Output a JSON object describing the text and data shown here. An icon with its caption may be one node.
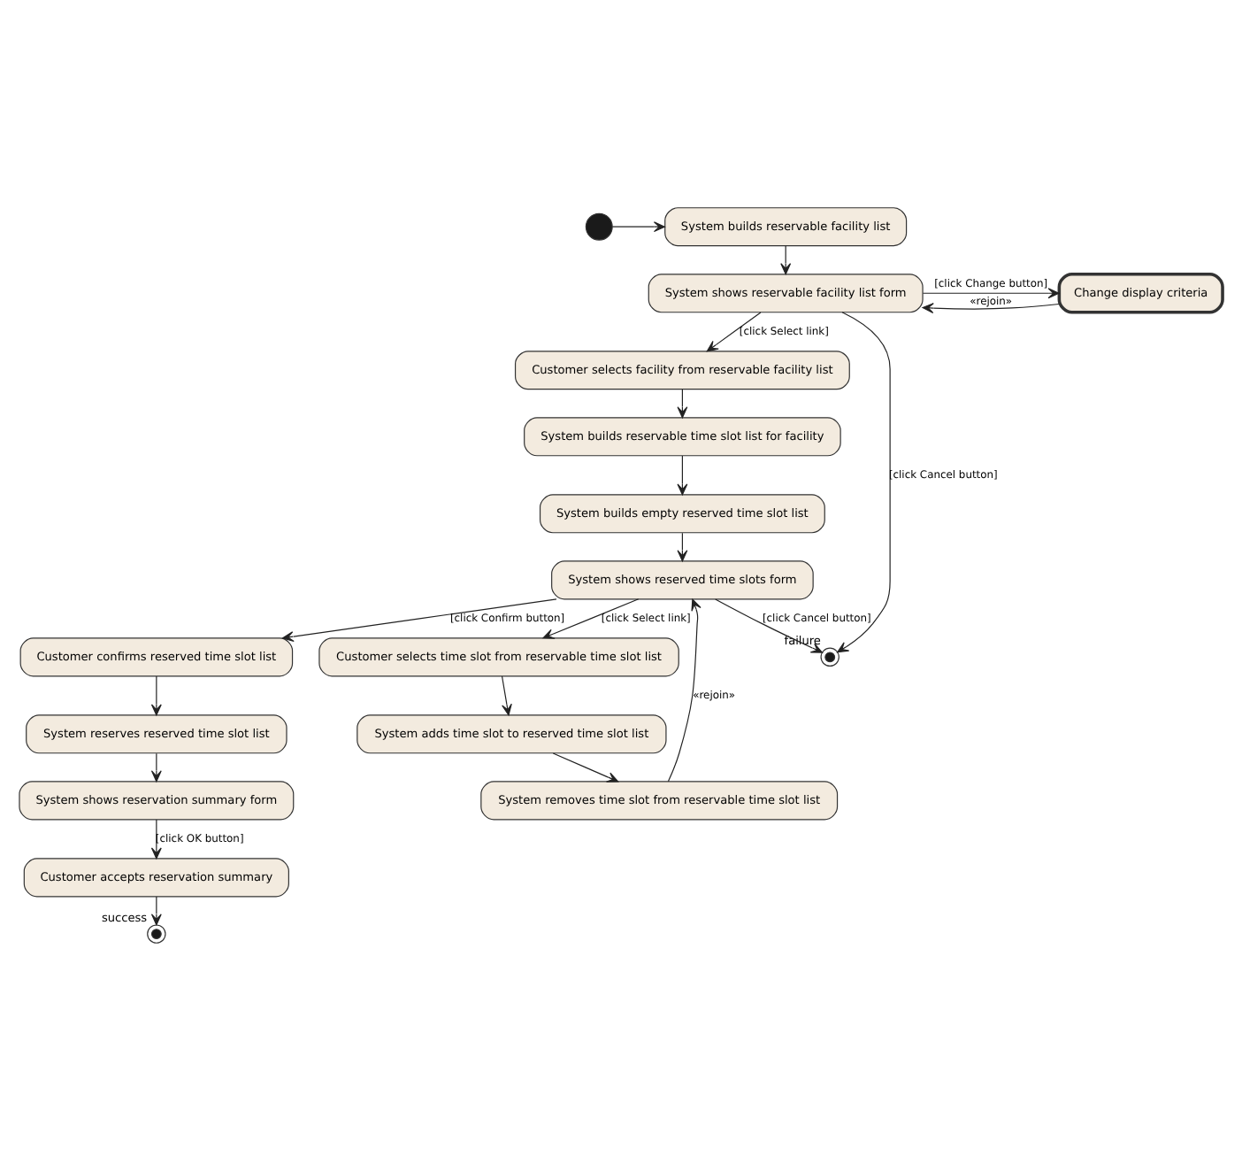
{
  "diagram": {
    "nodes": [
      {
        "text": [],
        "shape": "circle"
      },
      {
        "text": [
          "System builds reservable facility list"
        ]
      },
      {
        "text": [
          "System shows reservable facility list form"
        ]
      },
      {
        "text": [
          "Change display criteria"
        ]
      },
      {
        "text": [
          "Customer selects facility from reservable facility list"
        ]
      },
      {
        "text": [
          "System builds reservable time slot list for facility"
        ]
      },
      {
        "text": [],
        "shape": "circle",
        "beside": [
          "failure"
        ]
      },
      {
        "text": [
          "System builds empty reserved time slot list"
        ]
      },
      {
        "text": [
          "System shows reserved time slots form"
        ]
      },
      {
        "text": [
          "Customer confirms reserved time slot list"
        ]
      },
      {
        "text": [
          "Customer selects time slot from reservable time slot list"
        ]
      },
      {
        "text": [
          "System reserves reserved time slot list"
        ]
      },
      {
        "text": [
          "System adds time slot to reserved time slot list"
        ]
      },
      {
        "text": [
          "System shows reservation summary form"
        ]
      },
      {
        "text": [
          "System removes time slot from reservable time slot list"
        ]
      },
      {
        "text": [],
        "shape": "circle",
        "beside": [
          "success"
        ]
      },
      {
        "text": [
          "Customer accepts reservation summary"
        ]
      }
    ],
    "edges": [
      {
        "from": 0,
        "to": 1,
        "arrow": "to"
      },
      {
        "from": 1,
        "to": 2,
        "arrow": "to"
      },
      {
        "from": 2,
        "to": 3,
        "arrow": "to",
        "label": "[click Change button]"
      },
      {
        "from": 3,
        "to": 2,
        "arrow": "to",
        "label": "«rejoin»"
      },
      {
        "from": 2,
        "to": 4,
        "arrow": "to",
        "label": "[click Select link]"
      },
      {
        "from": 2,
        "to": 6,
        "arrow": "to",
        "label": "[click Cancel button]"
      },
      {
        "from": 4,
        "to": 5,
        "arrow": "to"
      },
      {
        "from": 5,
        "to": 7,
        "arrow": "to"
      },
      {
        "from": 7,
        "to": 8,
        "arrow": "to"
      },
      {
        "from": 8,
        "to": 6,
        "arrow": "to",
        "label": "[click Cancel button]"
      },
      {
        "from": 8,
        "to": 9,
        "arrow": "to",
        "label": "[click Confirm button]"
      },
      {
        "from": 8,
        "to": 10,
        "arrow": "to",
        "label": "[click Select link]"
      },
      {
        "from": 10,
        "to": 12,
        "arrow": "to"
      },
      {
        "from": 12,
        "to": 14,
        "arrow": "to"
      },
      {
        "from": 14,
        "to": 8,
        "arrow": "to",
        "label": "«rejoin»"
      },
      {
        "from": 9,
        "to": 11,
        "arrow": "to"
      },
      {
        "from": 11,
        "to": 13,
        "arrow": "to"
      },
      {
        "from": 13,
        "to": 16,
        "arrow": "to",
        "label": "[click OK button]"
      },
      {
        "from": 16,
        "to": 15,
        "arrow": "to"
      }
    ]
  }
}
